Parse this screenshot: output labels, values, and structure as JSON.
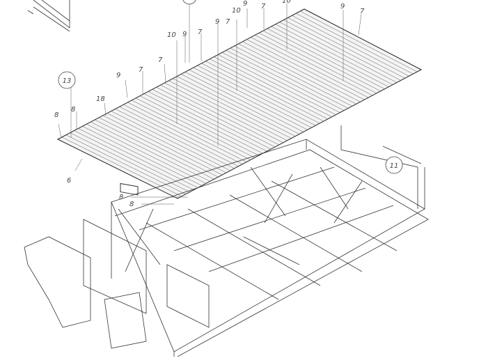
{
  "drawing": {
    "title": "Exploded isometric assembly - floor deck over truss frame",
    "balloons": {
      "b13": "13",
      "b11": "11"
    },
    "callouts": {
      "c1": "9",
      "c2": "7",
      "c3": "10",
      "c4": "10",
      "c5": "9",
      "c6": "7",
      "c7": "10",
      "c8": "9",
      "c9": "7",
      "c10": "9",
      "c11": "7",
      "c12": "7",
      "c13": "9",
      "c14": "7",
      "c15": "18",
      "c16": "8",
      "c17": "8",
      "c18": "6",
      "c19": "8",
      "c20": "8"
    },
    "colors": {
      "line": "#333333",
      "background": "#ffffff"
    }
  }
}
